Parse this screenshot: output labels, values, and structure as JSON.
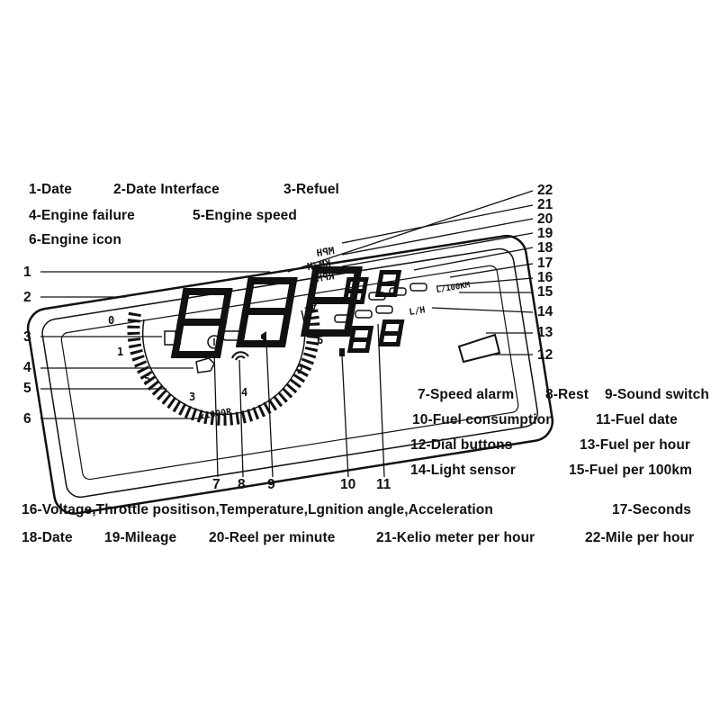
{
  "legend": {
    "top": [
      "1-Date",
      "2-Date Interface",
      "3-Refuel",
      "4-Engine failure",
      "5-Engine speed",
      "6-Engine icon"
    ],
    "right": [
      "7-Speed alarm",
      "8-Rest",
      "9-Sound switch",
      "10-Fuel consumption",
      "11-Fuel date",
      "12-Dial buttons",
      "13-Fuel per hour",
      "14-Light sensor",
      "15-Fuel per 100km"
    ],
    "bottom": [
      "16-Voltage,Throttle positison,Temperature,Lgnition angle,Acceleration",
      "17-Seconds",
      "18-Date",
      "19-Mileage",
      "20-Reel per minute",
      "21-Kelio meter per hour",
      "22-Mile per hour"
    ]
  },
  "callouts": {
    "left": [
      "1",
      "2",
      "3",
      "4",
      "5",
      "6"
    ],
    "right": [
      "22",
      "21",
      "20",
      "19",
      "18",
      "17",
      "16",
      "15",
      "14",
      "13",
      "12"
    ],
    "bottom": [
      "7",
      "8",
      "9",
      "10",
      "11"
    ]
  },
  "display": {
    "units": [
      "MPH",
      "KM/H",
      "RPM"
    ],
    "dial_numbers": [
      "0",
      "1",
      "2",
      "3",
      "4",
      "5",
      "6"
    ],
    "dial_unit": "x1000R",
    "small_unit_a": "V",
    "small_unit_b": "L/H",
    "small_unit_c": "L/100KM"
  }
}
